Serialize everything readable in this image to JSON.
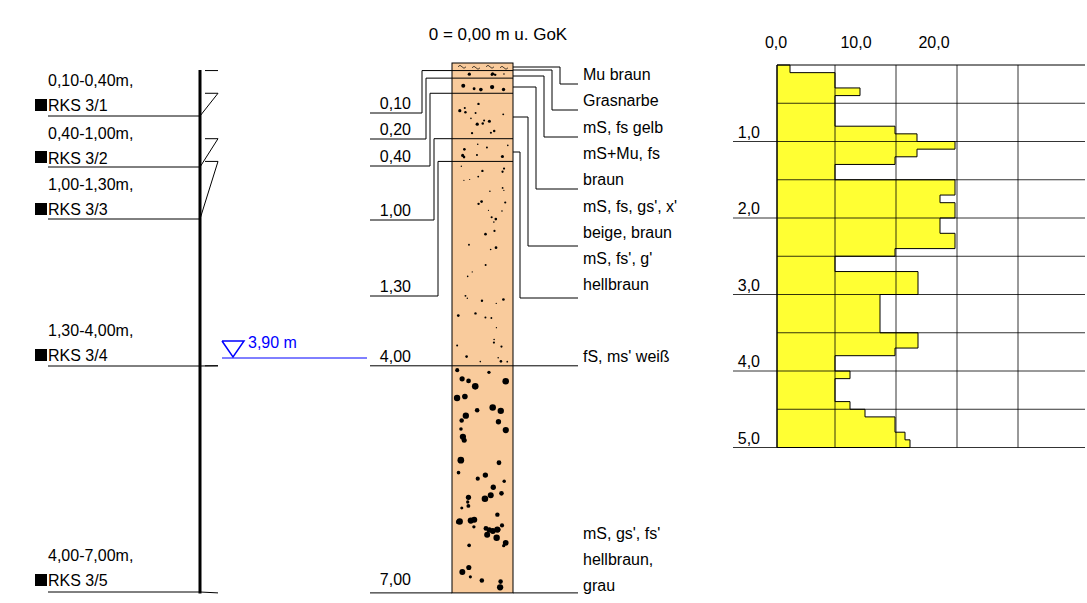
{
  "diagram": {
    "title": "0 = 0,00 m u. GoK",
    "labels": [
      "0,0",
      "10,0",
      "20,0",
      "0,10-0,40m, RKS 3/1",
      "0,40-1,00m, RKS 3/2",
      "1,00-1,30m, RKS 3/3",
      "1,30-4,00m, RKS 3/4",
      "4,00-7,00m, RKS 3/5",
      "3,90 m",
      "0,10",
      "0,20",
      "0,40",
      "1,00",
      "1,30",
      "4,00",
      "7,00",
      "Mu braun",
      "Grasnarbe",
      "mS, fs gelb",
      "mS+Mu, fs braun",
      "mS, fs, gs', x' beige, braun",
      "mS, fs', g' hellbraun",
      "fS, ms' weiß",
      "mS, gs', fs' hellbraun, grau",
      "1,0",
      "2,0",
      "3,0",
      "4,0",
      "5,0"
    ]
  }
}
